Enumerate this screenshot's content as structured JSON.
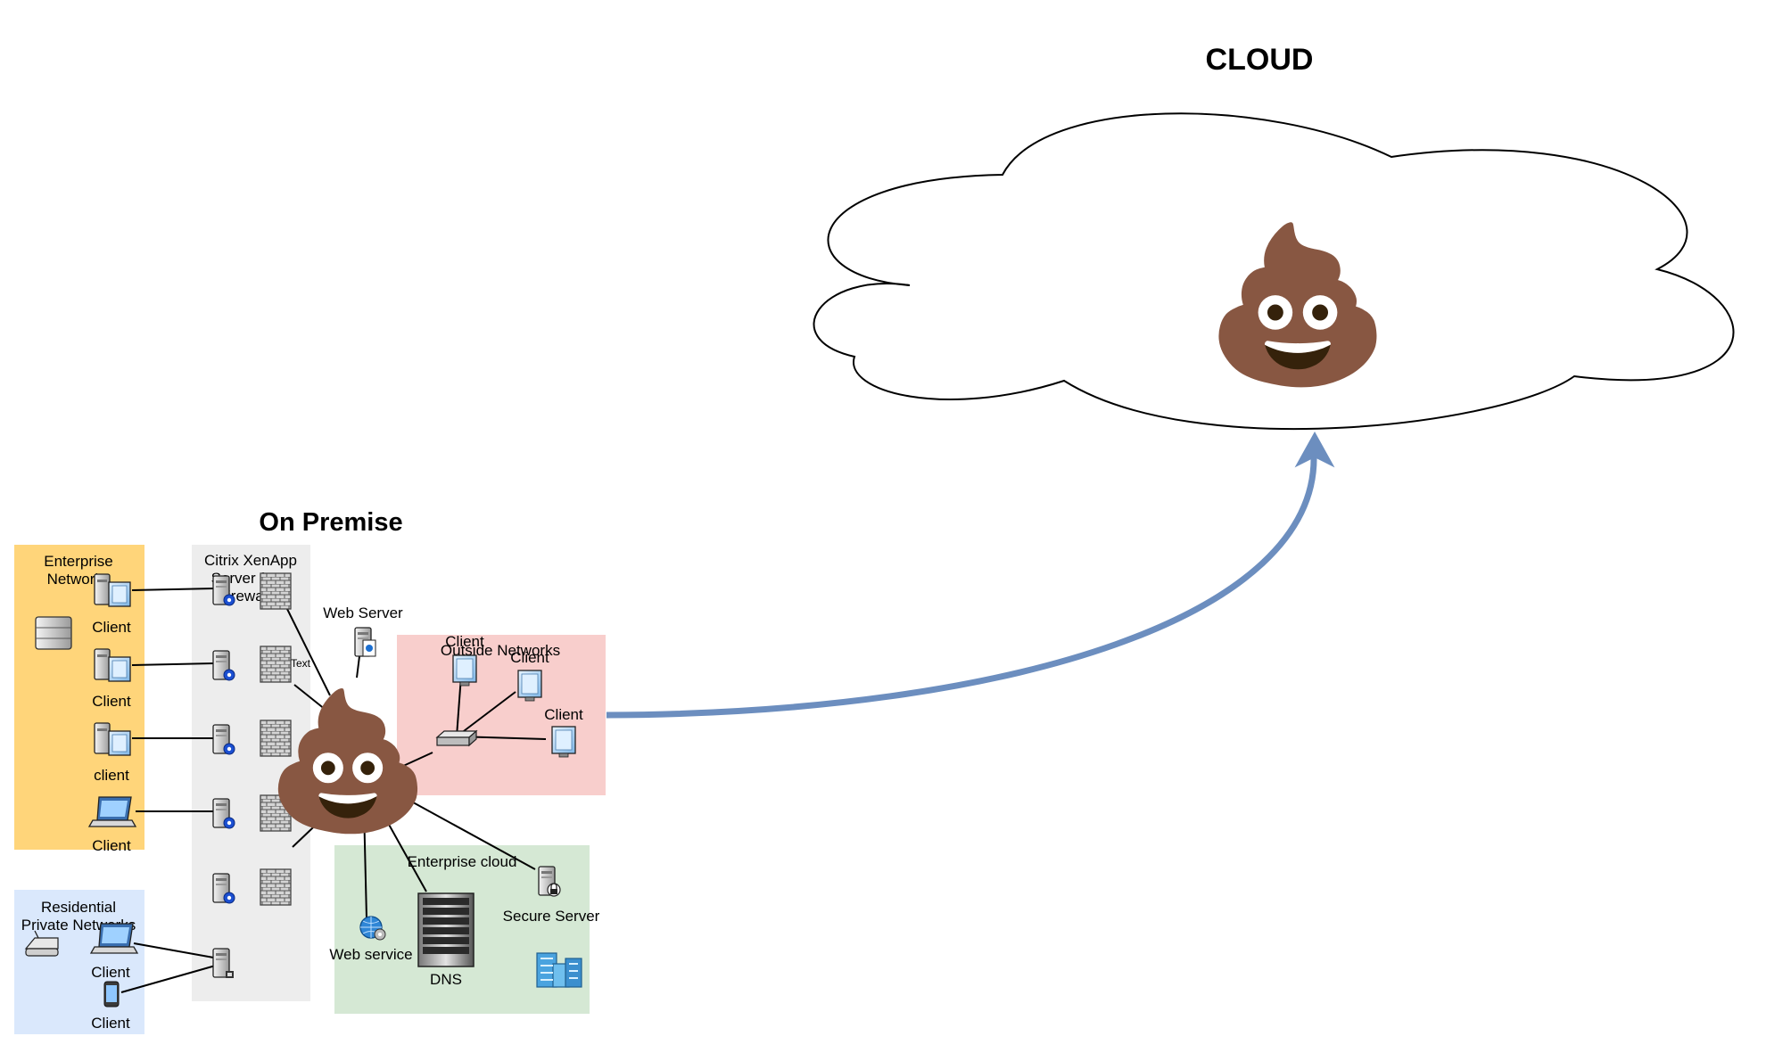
{
  "titles": {
    "cloud": "CLOUD",
    "on_premise": "On Premise"
  },
  "zones": {
    "enterprise": "Enterprise Networks",
    "citrix": "Citrix XenApp Server farm firewalls",
    "outside": "Outside Networks",
    "enterprise_cloud": "Enterprise cloud",
    "residential": "Residential Private Networks"
  },
  "nodes": {
    "client_1": "Client",
    "client_2": "Client",
    "client_3": "client",
    "client_4": "Client",
    "web_server": "Web Server",
    "text_label": "Text",
    "outside_client_1": "Client",
    "outside_client_2": "Client",
    "outside_client_3": "Client",
    "web_service": "Web service",
    "dns": "DNS",
    "secure_server": "Secure Server",
    "residential_client_1": "Client",
    "residential_client_2": "Client"
  },
  "emoji": {
    "cloud": "💩",
    "hub": "💩"
  },
  "colors": {
    "enterprise_zone": "#FFD57A",
    "citrix_zone": "#EDEDED",
    "outside_zone": "#F8CECC",
    "enterprise_cloud_zone": "#D5E8D4",
    "residential_zone": "#DAE8FC",
    "connector": "#6C8EBF",
    "cloud_fill": "#ffffff",
    "cloud_stroke": "#000000"
  }
}
